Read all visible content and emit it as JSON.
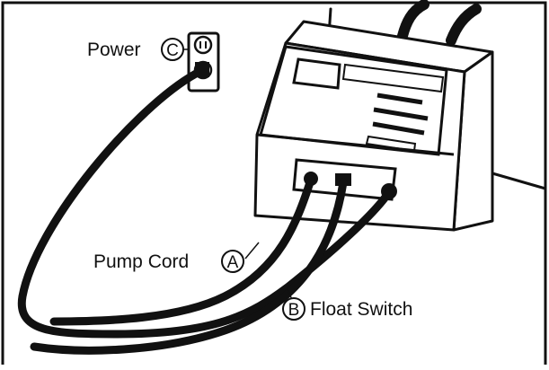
{
  "labels": {
    "power": {
      "text": "Power",
      "letter": "C"
    },
    "pump_cord": {
      "text": "Pump Cord",
      "letter": "A"
    },
    "float_switch": {
      "text": "Float Switch",
      "letter": "B"
    }
  },
  "colors": {
    "line": "#111111",
    "background": "#ffffff"
  }
}
